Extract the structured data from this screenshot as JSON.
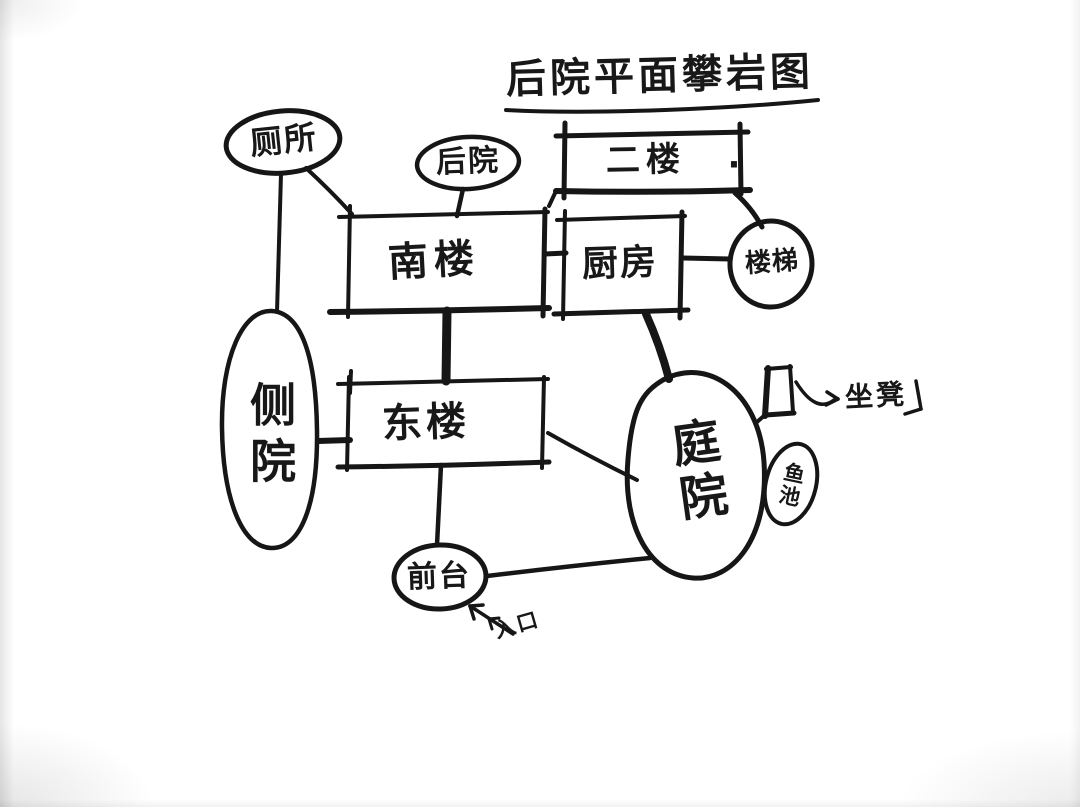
{
  "page": {
    "kind": "hand-drawn courtyard layout sketch",
    "paper_color": "#ffffff",
    "ink_color": "#161616"
  },
  "title": {
    "text": "后院平面攀岩图"
  },
  "nodes": {
    "toilet": {
      "label": "厕所",
      "shape": "ellipse"
    },
    "backyard": {
      "label": "后院",
      "shape": "ellipse"
    },
    "second_floor": {
      "label": "二楼",
      "dot": "·",
      "shape": "rectangle"
    },
    "south_building": {
      "label": "南楼",
      "shape": "rectangle"
    },
    "kitchen": {
      "label": "厨房",
      "shape": "rectangle"
    },
    "stairs": {
      "label": "楼梯",
      "shape": "ellipse"
    },
    "side_yard": {
      "label": "侧院",
      "shape": "ellipse"
    },
    "east_building": {
      "label": "东楼",
      "shape": "rectangle"
    },
    "courtyard": {
      "label": "庭院",
      "shape": "ellipse"
    },
    "fish_pond": {
      "label": "鱼池",
      "shape": "ellipse"
    },
    "bench": {
      "label": "坐凳",
      "shape": "annotated-rectangle"
    },
    "front_desk": {
      "label": "前台",
      "shape": "ellipse"
    },
    "entrance": {
      "label": "入口",
      "shape": "arrow-annotation"
    }
  },
  "connections": [
    "厕所 - 侧院",
    "厕所 - 南楼",
    "后院 - 南楼",
    "二楼 - 楼梯",
    "南楼 - 厨房",
    "厨房 - 楼梯",
    "南楼 - 东楼",
    "厨房 - 庭院",
    "侧院 - 东楼",
    "东楼 - 前台",
    "东楼 - 庭院",
    "庭院 - 前台",
    "庭院 - 鱼池",
    "坐凳符号 - 坐凳",
    "入口 - 前台"
  ]
}
